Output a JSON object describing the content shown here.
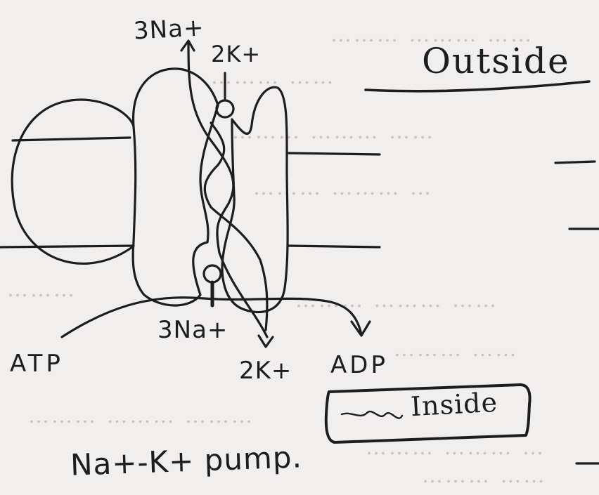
{
  "labels": {
    "top_na": "3Na+",
    "top_k": "2K+",
    "bottom_na": "3Na+",
    "bottom_k": "2K+",
    "atp": "ATP",
    "adp": "ADP",
    "outside_top": "Outside",
    "outside_bottom": "Inside",
    "caption": "Na+-K+ pump."
  },
  "colors": {
    "paper": "#f1efee",
    "ink": "#1d1d1f",
    "bleed_through": "#c9c4c2"
  }
}
